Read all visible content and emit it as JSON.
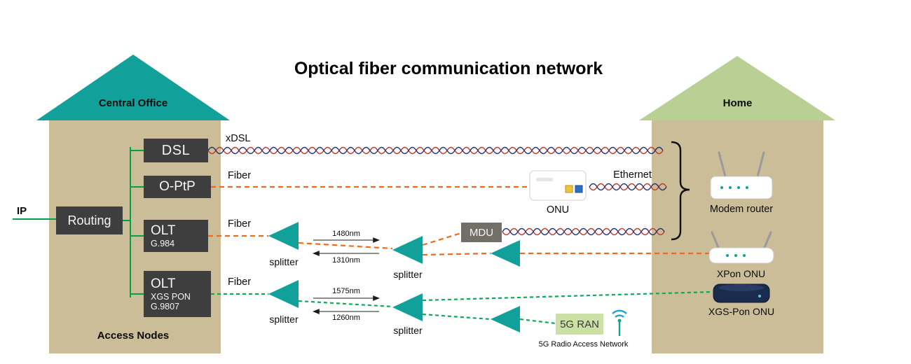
{
  "title": "Optical fiber communication network",
  "central_office": {
    "label": "Central Office",
    "access_nodes_label": "Access Nodes",
    "ip_label": "IP",
    "routing_label": "Routing",
    "dsl_label": "DSL",
    "optp_label": "O-PtP",
    "olt_gpon": {
      "line1": "OLT",
      "line2": "G.984"
    },
    "olt_xgs": {
      "line1": "OLT",
      "line2": "XGS PON",
      "line3": "G.9807"
    }
  },
  "home": {
    "label": "Home",
    "modem_router_label": "Modem router",
    "xpon_onu_label": "XPon ONU",
    "xgspon_onu_label": "XGS-Pon ONU"
  },
  "links": {
    "xdsl_label": "xDSL",
    "optp_fiber_label": "Fiber",
    "gpon_fiber_label": "Fiber",
    "xgs_fiber_label": "Fiber",
    "ethernet_label": "Ethernet",
    "onu_label": "ONU",
    "mdu_label": "MDU",
    "splitter_labels": [
      "splitter",
      "splitter",
      "splitter",
      "splitter"
    ],
    "gpon_downstream_wavelength": "1480nm",
    "gpon_upstream_wavelength": "1310nm",
    "xgs_downstream_wavelength": "1575nm",
    "xgs_upstream_wavelength": "1260nm",
    "ran_label": "5G RAN",
    "ran_caption": "5G Radio Access Network"
  },
  "colors": {
    "teal": "#12A09A",
    "roof_green": "#B9CF93",
    "building_tan": "#CBBD97",
    "dark_box": "#3E3E3E",
    "mdu_gray": "#716F67",
    "fiber_orange": "#EE6B1E",
    "fiber_green": "#0FA957",
    "ip_green": "#00A14B",
    "pair_red": "#BE3A2B",
    "pair_blue": "#2B3178",
    "ran_green": "#CCDFA5",
    "wifi_blue": "#2D9FD8",
    "device_navy": "#1B2B4D"
  }
}
